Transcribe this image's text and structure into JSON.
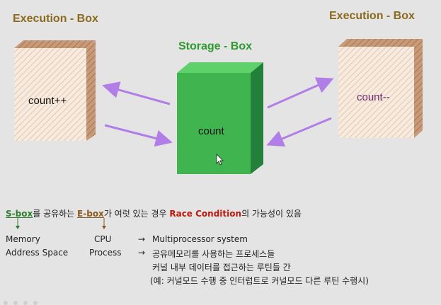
{
  "titles": {
    "left": "Execution - Box",
    "right": "Execution - Box",
    "middle": "Storage - Box"
  },
  "boxes": {
    "left_label": "count++",
    "middle_label": "count",
    "right_label": "count--"
  },
  "colors": {
    "exec_title": "#8b6a1e",
    "storage_title": "#2f9a2f",
    "storage_box": "#3fb44f",
    "arrow": "#b07ee6"
  },
  "notes": {
    "line1": {
      "s_box": "S-box",
      "part1": "를 공유하는 ",
      "e_box": "E-box",
      "part2": "가 여럿 있는 경우 ",
      "race": "Race Condition",
      "part3": "의 가능성이 있음"
    },
    "memory": "Memory",
    "address_space": "Address Space",
    "cpu": "CPU",
    "process": "Process",
    "arrow_glyph": "→",
    "multiprocessor": "Multiprocessor system",
    "shared_memory": "공유메모리를 사용하는 프로세스들",
    "kernel_routines": "커널 내부 데이터를 접근하는 루틴들 간",
    "example": "(예: 커널모드 수행 중 인터럽트로 커널모드 다른 루틴 수행시)"
  }
}
